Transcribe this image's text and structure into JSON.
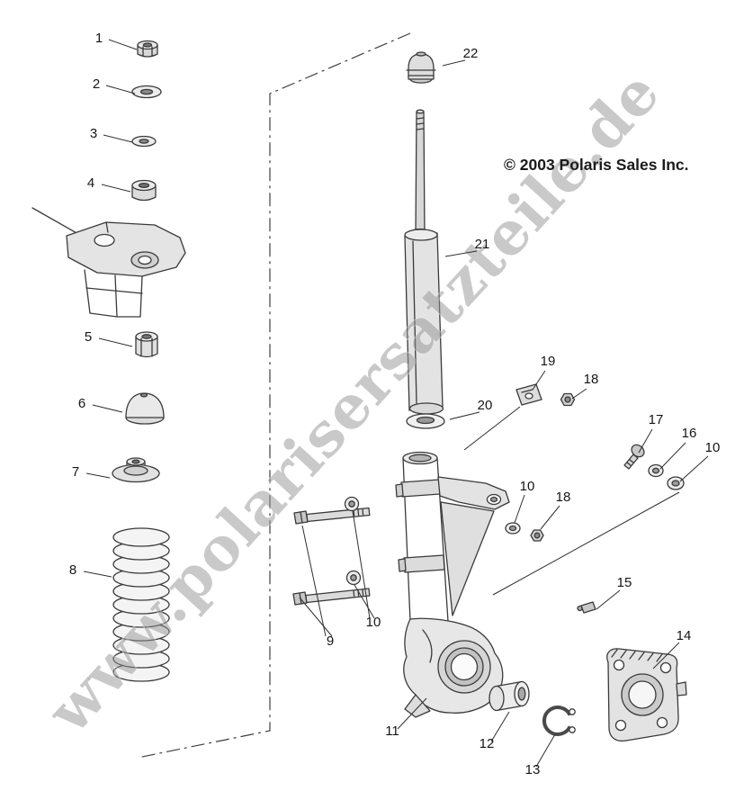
{
  "diagram": {
    "copyright": "© 2003 Polaris Sales Inc.",
    "watermark": "www.polarisersatzteile.de",
    "callouts": [
      {
        "label": "1"
      },
      {
        "label": "2"
      },
      {
        "label": "3"
      },
      {
        "label": "4"
      },
      {
        "label": "5"
      },
      {
        "label": "6"
      },
      {
        "label": "7"
      },
      {
        "label": "8"
      },
      {
        "label": "9"
      },
      {
        "label": "10"
      },
      {
        "label": "11"
      },
      {
        "label": "12"
      },
      {
        "label": "13"
      },
      {
        "label": "14"
      },
      {
        "label": "15"
      },
      {
        "label": "16"
      },
      {
        "label": "17"
      },
      {
        "label": "18"
      },
      {
        "label": "18"
      },
      {
        "label": "19"
      },
      {
        "label": "20"
      },
      {
        "label": "21"
      },
      {
        "label": "22"
      },
      {
        "label": "10"
      },
      {
        "label": "10"
      }
    ]
  }
}
